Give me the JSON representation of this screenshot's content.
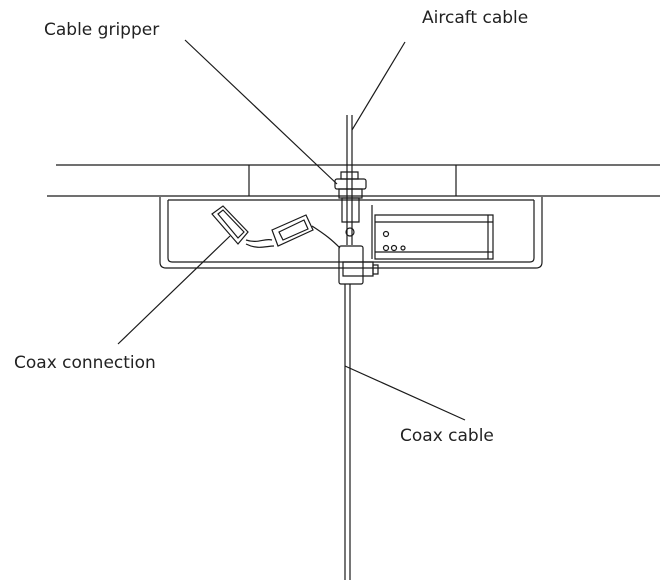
{
  "labels": {
    "cable_gripper": "Cable gripper",
    "aircraft_cable": "Aircaft cable",
    "coax_connection": "Coax connection",
    "coax_cable": "Coax cable"
  },
  "colors": {
    "stroke": "#1a1a1a",
    "text": "#222222",
    "background": "#ffffff"
  }
}
